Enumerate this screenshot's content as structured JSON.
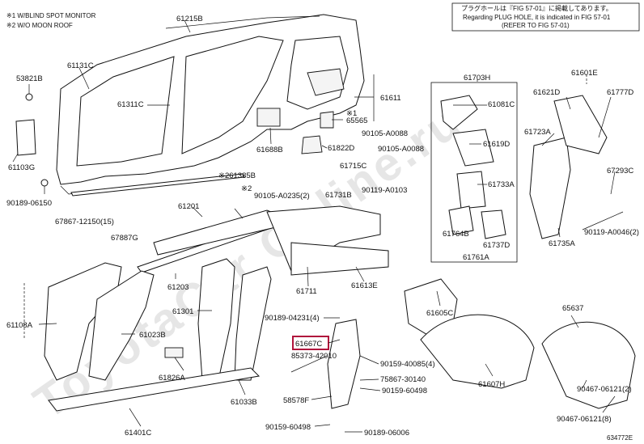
{
  "notes": {
    "line1": "※1 W/BLIND SPOT MONITOR",
    "line2": "※2 W/O MOON ROOF"
  },
  "plug_note": {
    "jp": "プラグホールは『FIG 57-01』に掲載してあります。",
    "en": "Regarding PLUG HOLE, it is indicated in FIG 57-01",
    "ref": "(REFER TO FIG 57-01)"
  },
  "watermark": "ToyotaCar Online.ru",
  "figure_id": "634772E",
  "highlight_color": "#b0143c",
  "labels": {
    "p61215B": "61215B",
    "p53821B": "53821B",
    "p61131C": "61131C",
    "p61311C": "61311C",
    "p61611": "61611",
    "p61688B": "61688B",
    "p61822D": "61822D",
    "p65565": "65565",
    "p65565_mark": "※1",
    "p61103G": "61103G",
    "p90189_06150": "90189-06150",
    "p67867": "67867-12150(15)",
    "p67887G": "67887G",
    "p61385B": "※261385B",
    "p90105_A0235": "90105-A0235(2)",
    "p90105_mark": "※2",
    "p61715C": "61715C",
    "p61731B": "61731B",
    "p61703H": "61703H",
    "p61081C": "61081C",
    "p90105_A0088_1": "90105-A0088",
    "p90105_A0088_2": "90105-A0088",
    "p61619D": "61619D",
    "p90119_A0103": "90119-A0103",
    "p61733A": "61733A",
    "p61764B": "61764B",
    "p61737D": "61737D",
    "p61761A": "61761A",
    "p61601E": "61601E",
    "p61621D": "61621D",
    "p61777D": "61777D",
    "p61723A": "61723A",
    "p67293C": "67293C",
    "p90119_A0046": "90119-A0046(2)",
    "p61735A": "61735A",
    "p61201": "61201",
    "p61203": "61203",
    "p61711": "61711",
    "p61613E": "61613E",
    "p61108A": "61108A",
    "p61023B": "61023B",
    "p61301": "61301",
    "p61826A": "61826A",
    "p61033B": "61033B",
    "p61401C": "61401C",
    "p90189_04231": "90189-04231(4)",
    "p61667C": "61667C",
    "p85373": "85373-42010",
    "p90159_40085": "90159-40085(4)",
    "p75867": "75867-30140",
    "p90159_60498_1": "90159-60498",
    "p58578F": "58578F",
    "p90159_60498_2": "90159-60498",
    "p90189_06006": "90189-06006",
    "p61605C": "61605C",
    "p61607H": "61607H",
    "p65637": "65637",
    "p90467_1": "90467-06121(2)",
    "p90467_2": "90467-06121(8)"
  }
}
